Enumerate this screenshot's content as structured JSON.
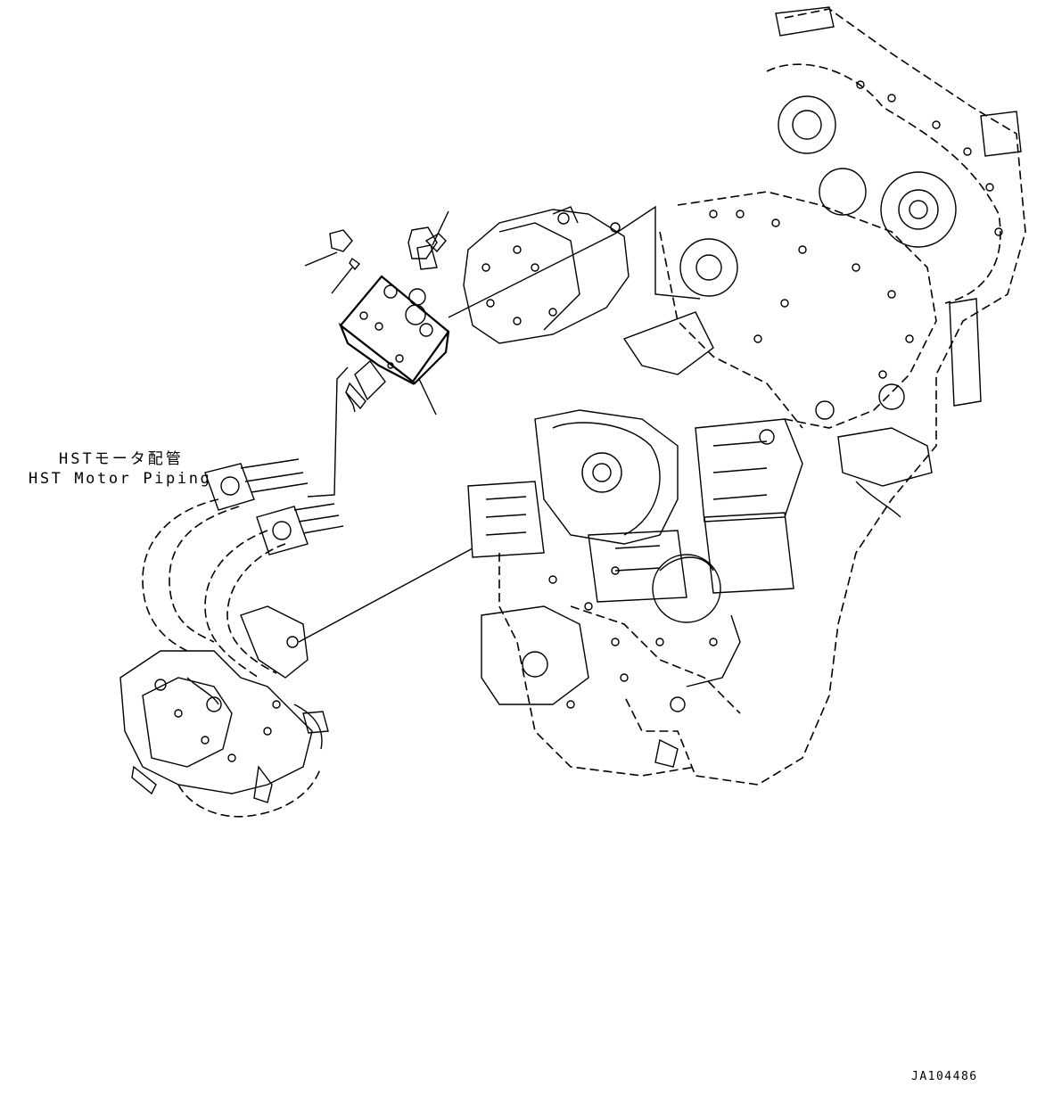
{
  "labels": {
    "section_jp": "HSTモータ配管",
    "section_en": "HST Motor Piping"
  },
  "drawing_number": "JA104486"
}
